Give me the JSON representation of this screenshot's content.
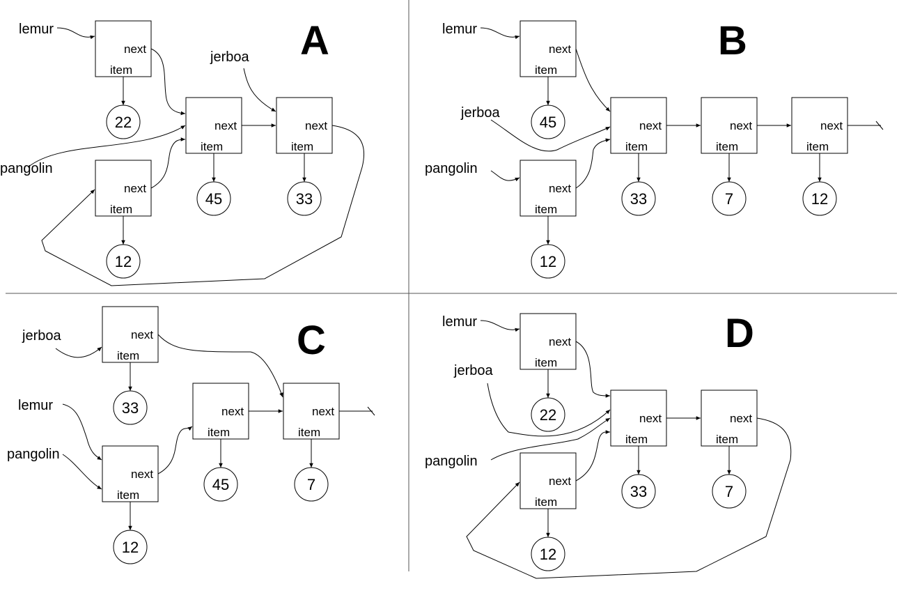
{
  "panels": [
    {
      "label": "A",
      "variables": [
        "lemur",
        "jerboa",
        "pangolin"
      ],
      "nodes": [
        {
          "id": "A1",
          "next": "next",
          "item": "item",
          "value": "22"
        },
        {
          "id": "A2",
          "next": "next",
          "item": "item",
          "value": "45"
        },
        {
          "id": "A3",
          "next": "next",
          "item": "item",
          "value": "33"
        },
        {
          "id": "A4",
          "next": "next",
          "item": "item",
          "value": "12"
        }
      ]
    },
    {
      "label": "B",
      "variables": [
        "lemur",
        "jerboa",
        "pangolin"
      ],
      "nodes": [
        {
          "id": "B1",
          "next": "next",
          "item": "item",
          "value": "45"
        },
        {
          "id": "B2",
          "next": "next",
          "item": "item",
          "value": "33"
        },
        {
          "id": "B3",
          "next": "next",
          "item": "item",
          "value": "7"
        },
        {
          "id": "B4",
          "next": "next",
          "item": "item",
          "value": "12"
        },
        {
          "id": "B5",
          "next": "next",
          "item": "item",
          "value": "12"
        }
      ]
    },
    {
      "label": "C",
      "variables": [
        "jerboa",
        "lemur",
        "pangolin"
      ],
      "nodes": [
        {
          "id": "C1",
          "next": "next",
          "item": "item",
          "value": "33"
        },
        {
          "id": "C2",
          "next": "next",
          "item": "item",
          "value": "12"
        },
        {
          "id": "C3",
          "next": "next",
          "item": "item",
          "value": "45"
        },
        {
          "id": "C4",
          "next": "next",
          "item": "item",
          "value": "7"
        }
      ]
    },
    {
      "label": "D",
      "variables": [
        "lemur",
        "jerboa",
        "pangolin"
      ],
      "nodes": [
        {
          "id": "D1",
          "next": "next",
          "item": "item",
          "value": "22"
        },
        {
          "id": "D2",
          "next": "next",
          "item": "item",
          "value": "33"
        },
        {
          "id": "D3",
          "next": "next",
          "item": "item",
          "value": "7"
        },
        {
          "id": "D4",
          "next": "next",
          "item": "item",
          "value": "12"
        }
      ]
    }
  ]
}
